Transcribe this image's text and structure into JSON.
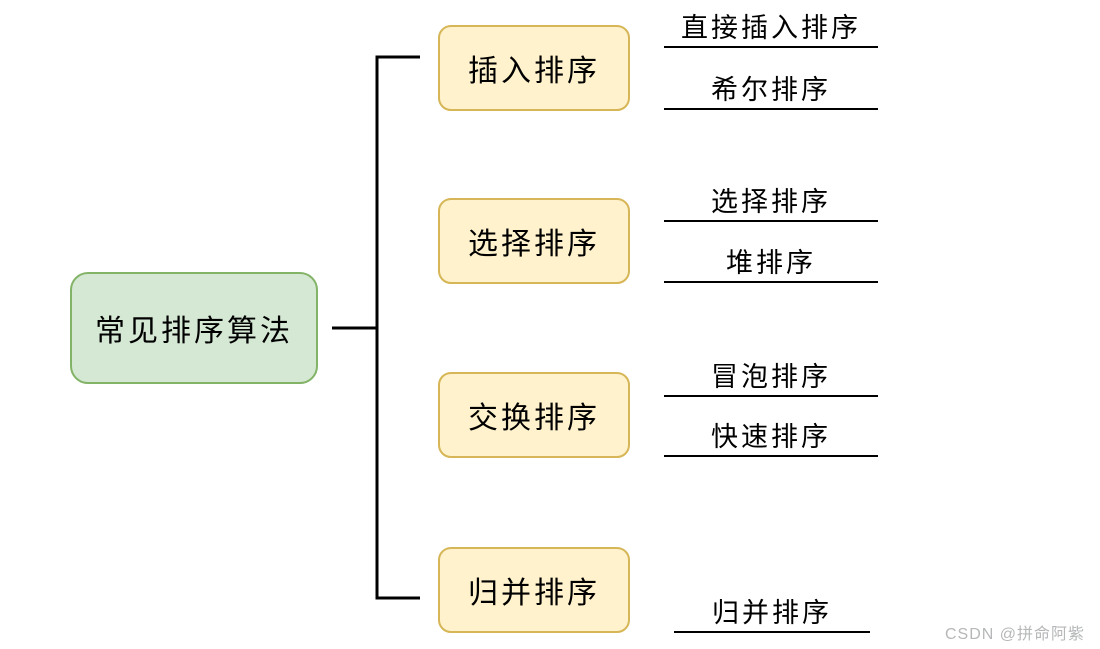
{
  "diagram": {
    "title_semantic": "common-sorting-algorithms-mindmap",
    "root": {
      "label": "常见排序算法"
    },
    "branches": [
      {
        "label": "插入排序",
        "children": [
          "直接插入排序",
          "希尔排序"
        ]
      },
      {
        "label": "选择排序",
        "children": [
          "选择排序",
          "堆排序"
        ]
      },
      {
        "label": "交换排序",
        "children": [
          "冒泡排序",
          "快速排序"
        ]
      },
      {
        "label": "归并排序",
        "children": [
          "归并排序"
        ]
      }
    ]
  },
  "watermark": {
    "text": "CSDN @拼命阿紫"
  },
  "colors": {
    "root_fill": "#d5e8d4",
    "root_border": "#82b366",
    "branch_fill": "#fff2cc",
    "branch_border": "#d6b656",
    "line": "#000000",
    "watermark": "#b5b7b8"
  }
}
